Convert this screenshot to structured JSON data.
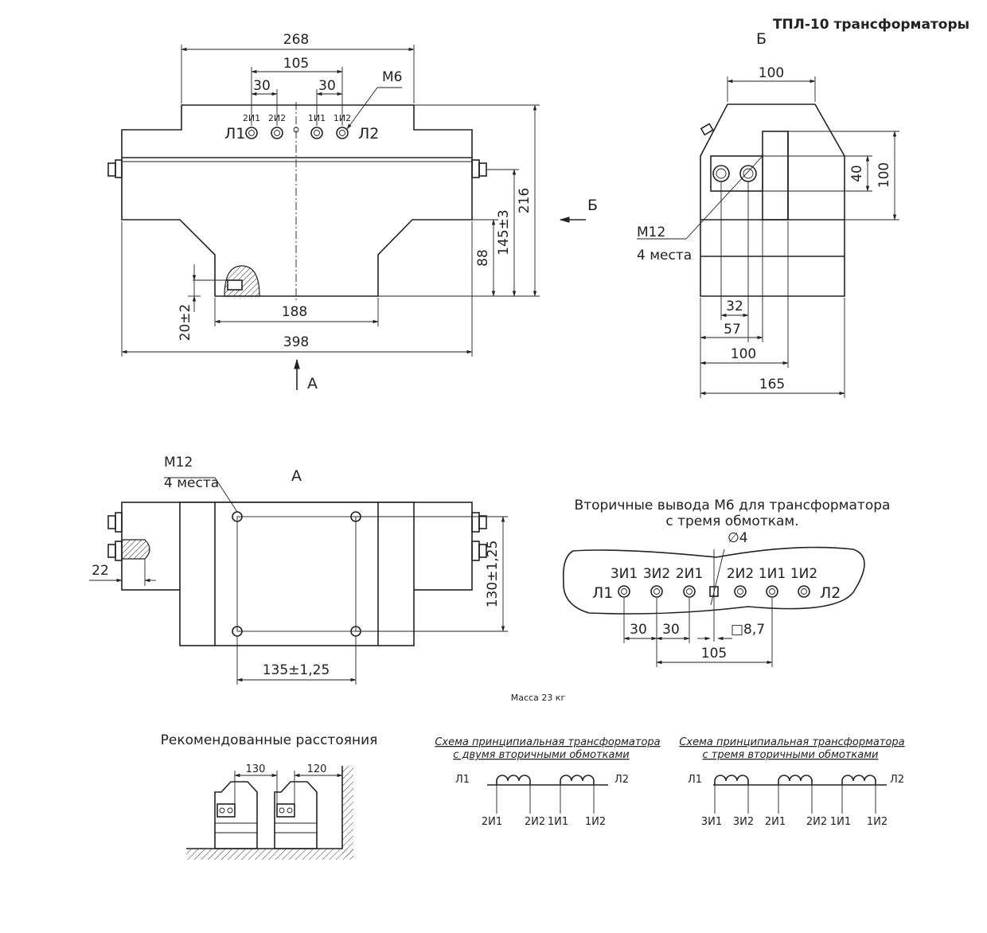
{
  "title": "ТПЛ-10 трансформаторы",
  "views": {
    "front": {
      "dims": {
        "overall_top": "268",
        "outlet_span": "105",
        "outlet_pitch_left": "30",
        "outlet_pitch_right": "30",
        "thread_small": "М6",
        "height_total": "216",
        "height_mid": "145±3",
        "height_low": "88",
        "base_gap": "20±2",
        "base_width": "188",
        "overall_bottom": "398"
      },
      "terminals": {
        "left": "Л1",
        "right": "Л2",
        "marks": [
          "2И1",
          "2И2",
          "1И1",
          "1И2"
        ]
      },
      "arrow_side": "Б",
      "arrow_bottom": "А"
    },
    "side": {
      "title": "Б",
      "dims": {
        "top_width": "100",
        "hole_height": "40",
        "window_height": "100",
        "hole_pitch": "32",
        "hole_span": "57",
        "inner_width": "100",
        "overall_width": "165"
      },
      "thread_label": "М12",
      "thread_count": "4 места"
    },
    "bottom": {
      "title": "А",
      "thread_label": "М12",
      "thread_count": "4 места",
      "dims": {
        "side_offset": "22",
        "hole_vertical": "130±1,25",
        "hole_horizontal": "135±1,25"
      }
    }
  },
  "secondary": {
    "title_line1": "Вторичные вывода М6 для трансформатора",
    "title_line2": "с тремя обмоткам.",
    "diameter": "∅4",
    "left": "Л1",
    "right": "Л2",
    "terminals": [
      "3И1",
      "3И2",
      "2И1",
      "2И2",
      "1И1",
      "1И2"
    ],
    "dims": {
      "pitch_a": "30",
      "pitch_b": "30",
      "square": "□8,7",
      "span": "105"
    }
  },
  "mass": "Масса 23 кг",
  "recommended": {
    "title": "Рекомендованные расстояния",
    "gap_between": "130",
    "gap_wall": "120"
  },
  "schema_two": {
    "title_line1": "Схема принципиальная трансформатора",
    "title_line2": "с двумя вторичными обмотками",
    "left": "Л1",
    "right": "Л2",
    "taps": [
      "2И1",
      "2И2",
      "1И1",
      "1И2"
    ]
  },
  "schema_three": {
    "title_line1": "Схема принципиальная трансформатора",
    "title_line2": "с тремя вторичными обмотками",
    "left": "Л1",
    "right": "Л2",
    "taps": [
      "3И1",
      "3И2",
      "2И1",
      "2И2",
      "1И1",
      "1И2"
    ]
  }
}
